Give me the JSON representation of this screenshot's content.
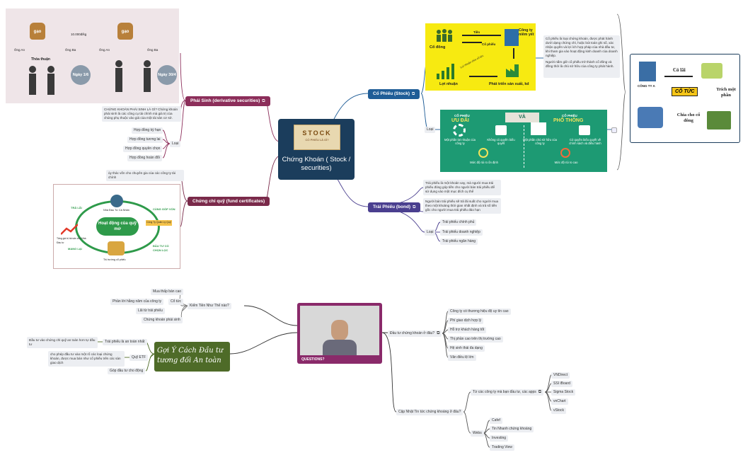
{
  "central": {
    "title": "Chứng Khoán ( Stock / securities)",
    "image_caption": "CỔ PHIẾU LÀ GÌ?",
    "image_word": "STOCK"
  },
  "colors": {
    "stock": "#1f5d97",
    "bond": "#4a3f8f",
    "derivative": "#8c2e5a",
    "fund": "#7a2a4a",
    "central": "#1b3d5c",
    "questions": "#8a2a6a",
    "advice": "#4e6b28"
  },
  "stock": {
    "label": "Cổ Phiếu (Stock)",
    "loai": "Loại",
    "def1": "Cổ phiếu là loại chứng khoán, được phát hành dưới dạng chứng chỉ, hoặc bút toán ghi sổ, xác nhận quyền và lợi ích hợp pháp của nhà đầu tư, khi tham gia vào hoạt động kinh doanh của doanh nghiệp.",
    "def2": "Người nắm giữ cổ phiếu trở thành cổ đông và đồng thời là chủ sở hữu của công ty phát hành.",
    "cycle": {
      "co_dong": "Cổ đông",
      "tien": "Tiền",
      "co_phieu": "Cổ phiếu",
      "cong_ty": "Công ty niêm yết",
      "loi_nhuan": "Lợi nhuận",
      "phat_trien": "Phát triển sản xuất, kd",
      "chia": "Lợi nhuận chia cổ tức"
    },
    "types": {
      "uu_dai_top": "CỔ PHIẾU",
      "uu_dai": "ƯU ĐÃI",
      "va": "VÀ",
      "pho_thong_top": "CỔ PHIẾU",
      "pho_thong": "PHỔ THÔNG",
      "u1": "Một phần lợi nhuận của công ty",
      "u2": "Không có quyền biểu quyết",
      "u3": "Mức độ rủi ro ổn định",
      "p1": "Một phần chủ sở hữu của công ty",
      "p2": "Có quyền biểu quyết về chính sách và điều hành",
      "p3": "Mức độ rủi ro cao"
    },
    "dividend": {
      "company": "CÔNG TY A",
      "co_lai": "Có lãi",
      "co_tuc": "CỔ TỨC",
      "trich": "Trích một phần",
      "chia": "Chia cho cổ đông"
    }
  },
  "bond": {
    "label": "Trái Phiếu (bond)",
    "def1": "Trái phiếu là một khoản vay, mà người mua trái phiếu đóng góp tiền cho người bán trái phiếu để sử dụng vào một mục đích cụ thể",
    "def2": "Người bán trái phiếu sẽ trả lãi suất cho người mua theo một khoảng thời gian nhất định và trả số tiền gốc cho người mua trái phiếu đáo hạn",
    "loai": "Loại",
    "types": [
      "Trái phiếu chính phủ",
      "Trái phiếu doanh nghiệp",
      "Trái phiếu ngân hàng"
    ]
  },
  "derivative": {
    "label": "Phái Sinh (derivative securities)",
    "def": "CHỨNG KHOÁN PHÁI SINH LÀ GÌ? Chứng khoán phái sinh là các công cụ tài chính mà giá trị của chúng phụ thuộc vào giá của một tài sản cơ sở.",
    "loai": "Loại",
    "types": [
      "Hợp đồng kỳ hạn",
      "Hợp đồng tương lai",
      "Hợp đồng quyền chọn",
      "Hợp đồng hoán đổi"
    ],
    "image": {
      "gao": "gạo",
      "ong_an": "Ông An",
      "ong_ba": "Ông Ba",
      "thoa_thuan": "Thỏa thuận",
      "ngay1": "Ngày 1/6",
      "ngay2": "Ngày 30/4",
      "gia": "10.000đ/kg"
    }
  },
  "fund": {
    "label": "Chứng chỉ quỹ (fund certificates)",
    "def": "ủy thác vốn cho chuyên gia của các công ty tài chính",
    "image": {
      "center": "Hoạt động của quỹ mở",
      "top": "Nhà Đầu Tư Cá Nhân",
      "gop": "CÙNG GÓP VỐN",
      "tra_lai": "TRẢ LÃI",
      "mang_lai": "MANG LẠI",
      "dau_tu": "ĐẦU TƯ CỔ CHỌN LỌC",
      "cty": "Công Ty Quản Lý Quỹ",
      "market": "Thị trường cổ phiếu",
      "growth": "Tăng giá trị tài sản cho Nhà Đầu tư"
    }
  },
  "questions": {
    "label": "QUESTIONS?",
    "kiem_tien": {
      "label": "Kiếm Tiền Như Thế nào?",
      "items": [
        "Mua thấp bán cao",
        "Cổ tức",
        "Lãi từ trái phiếu",
        "Chứng khoán phái sinh"
      ],
      "co_tuc_note": "Phần lời hằng năm của công ty"
    },
    "dau_tu": {
      "label": "Đầu tư chứng khoán ở đâu?",
      "items": [
        "Công ty có thương hiệu độ uy tín cao",
        "Phí giao dịch hợp lý",
        "Hỗ trợ khách hàng tốt",
        "Thị phần cao trên thị trường cao",
        "Hệ sinh thái đa dạng",
        "Văn điều lệ lớn"
      ]
    },
    "cap_nhat": {
      "label": "Cập Nhật Tin tức chứng khoáng ở đâu?",
      "apps_label": "Từ các công ty mà bạn đầu tư, các apps",
      "apps": [
        "VNDirect",
        "SSI iBoard",
        "Sigma Stock",
        "vnChart",
        "vStock"
      ],
      "webs_label": "Webs",
      "webs": [
        "Cafef",
        "Tin Nhanh chứng khoáng",
        "Investing",
        "Trading View"
      ]
    }
  },
  "advice": {
    "label": "Gợi Ý Cách Đầu tư tương đối An toàn",
    "items": [
      "Trái phiếu là an toàn nhất",
      "Quỹ ETF",
      "Góp đầu tư cho động"
    ],
    "note1": "Đầu tư vào chứng chỉ quỹ an toàn hơn tự đầu tư",
    "note2": "cho phép đầu tư vào một rổ các loại chứng khoán, được mua bán như cổ phiếu trên các sàn giao dịch"
  }
}
